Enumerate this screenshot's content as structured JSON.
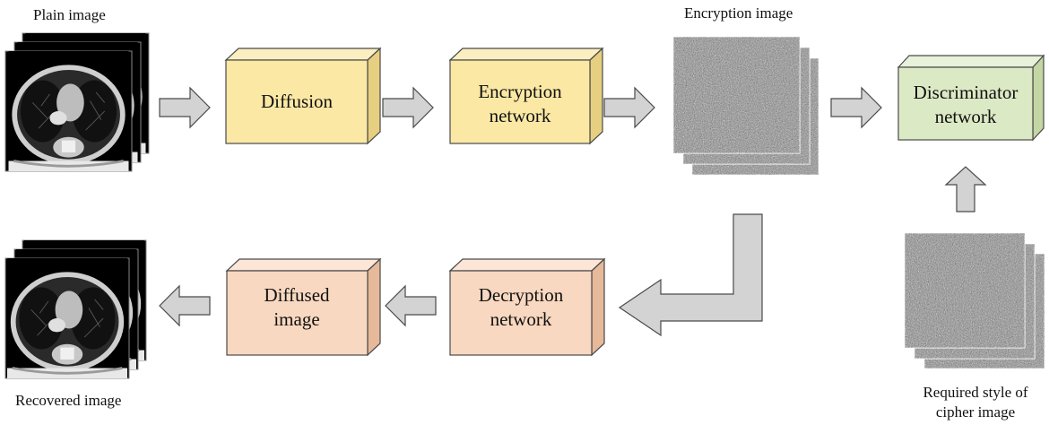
{
  "captions": {
    "plain": "Plain image",
    "encryption": "Encryption image",
    "recovered": "Recovered image",
    "required_line1": "Required style of",
    "required_line2": "cipher image"
  },
  "boxes": {
    "diffusion": {
      "lines": [
        "Diffusion"
      ],
      "color": "#FAE8A4"
    },
    "encryption_network": {
      "lines": [
        "Encryption",
        "network"
      ],
      "color": "#FAE8A4"
    },
    "discriminator_network": {
      "lines": [
        "Discriminator",
        "network"
      ],
      "color": "#DCE9C5"
    },
    "decryption_network": {
      "lines": [
        "Decryption",
        "network"
      ],
      "color": "#F8D8C0"
    },
    "diffused_image": {
      "lines": [
        "Diffused",
        "image"
      ],
      "color": "#F8D8C0"
    }
  },
  "colors": {
    "arrow_fill": "#D3D3D3",
    "arrow_stroke": "#4A4A4A"
  },
  "icons": {
    "ct_stack": "ct-scan-stack-icon",
    "noise_stack": "noise-image-stack-icon"
  }
}
